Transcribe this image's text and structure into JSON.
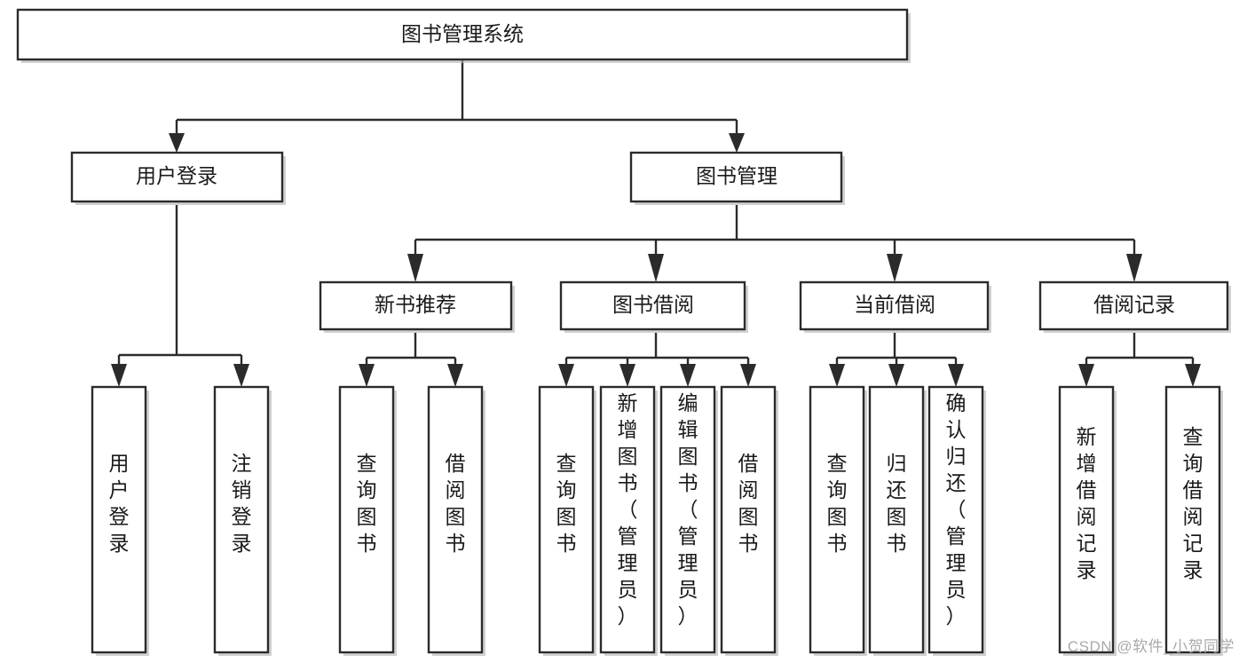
{
  "diagram": {
    "type": "tree-hierarchy",
    "title": "图书管理系统",
    "orientation": "top-down",
    "colors": {
      "node_fill": "#ffffff",
      "node_stroke": "#2b2b2b",
      "connector": "#2b2b2b",
      "text": "#1a1a1a",
      "watermark": "#a9a9a9"
    },
    "root": {
      "label": "图书管理系统"
    },
    "level2": [
      {
        "label": "用户登录"
      },
      {
        "label": "图书管理"
      }
    ],
    "level3": [
      {
        "label": "新书推荐"
      },
      {
        "label": "图书借阅"
      },
      {
        "label": "当前借阅"
      },
      {
        "label": "借阅记录"
      }
    ],
    "leaves": {
      "用户登录": [
        "用户登录",
        "注销登录"
      ],
      "新书推荐": [
        "查询图书",
        "借阅图书"
      ],
      "图书借阅": [
        "查询图书",
        "新增图书（管理员）",
        "编辑图书（管理员）",
        "借阅图书"
      ],
      "当前借阅": [
        "查询图书",
        "归还图书",
        "确认归还（管理员）"
      ],
      "借阅记录": [
        "新增借阅记录",
        "查询借阅记录"
      ]
    }
  },
  "watermark": {
    "text": "CSDN @软件_小贺同学"
  },
  "labels": {
    "root_title": "图书管理系统",
    "user_login": "用户登录",
    "book_manage": "图书管理",
    "new_book_rec": "新书推荐",
    "book_borrow": "图书借阅",
    "current_borrow": "当前借阅",
    "borrow_record": "借阅记录",
    "leaf_user_login": "用户登录",
    "leaf_logout_login": "注销登录",
    "leaf_query_book_a": "查询图书",
    "leaf_borrow_book_a": "借阅图书",
    "leaf_query_book_b": "查询图书",
    "leaf_add_book_admin": "新增图书（管理员）",
    "leaf_edit_book_admin": "编辑图书（管理员）",
    "leaf_borrow_book_b": "借阅图书",
    "leaf_query_book_c": "查询图书",
    "leaf_return_book": "归还图书",
    "leaf_confirm_return_admin": "确认归还（管理员）",
    "leaf_add_borrow_record": "新增借阅记录",
    "leaf_query_borrow_record": "查询借阅记录"
  }
}
